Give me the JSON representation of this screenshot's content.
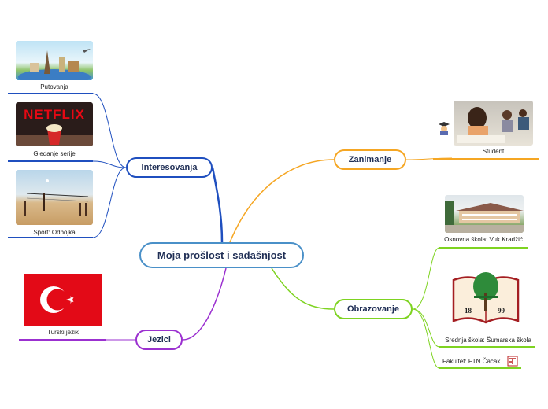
{
  "central": "Moja prošlost i sadašnjost",
  "branches": {
    "interesovanja": {
      "label": "Interesovanja",
      "color": "#1f4fbf",
      "leaves": [
        "Putovanja",
        "Gledanje serije",
        "Sport: Odbojka"
      ]
    },
    "zanimanje": {
      "label": "Zanimanje",
      "color": "#f5a623",
      "leaves": [
        "Student"
      ]
    },
    "obrazovanje": {
      "label": "Obrazovanje",
      "color": "#7ed321",
      "leaves": [
        "Osnovna škola: Vuk Kradžić",
        "Srednja škola: Šumarska škola",
        "Fakultet: FTN Čačak"
      ]
    },
    "jezici": {
      "label": "Jezici",
      "color": "#9b30d0",
      "leaves": [
        "Turski jezik"
      ]
    }
  },
  "images": {
    "netflix_text": "NETFLIX",
    "emblem_years": [
      "18",
      "99"
    ]
  }
}
